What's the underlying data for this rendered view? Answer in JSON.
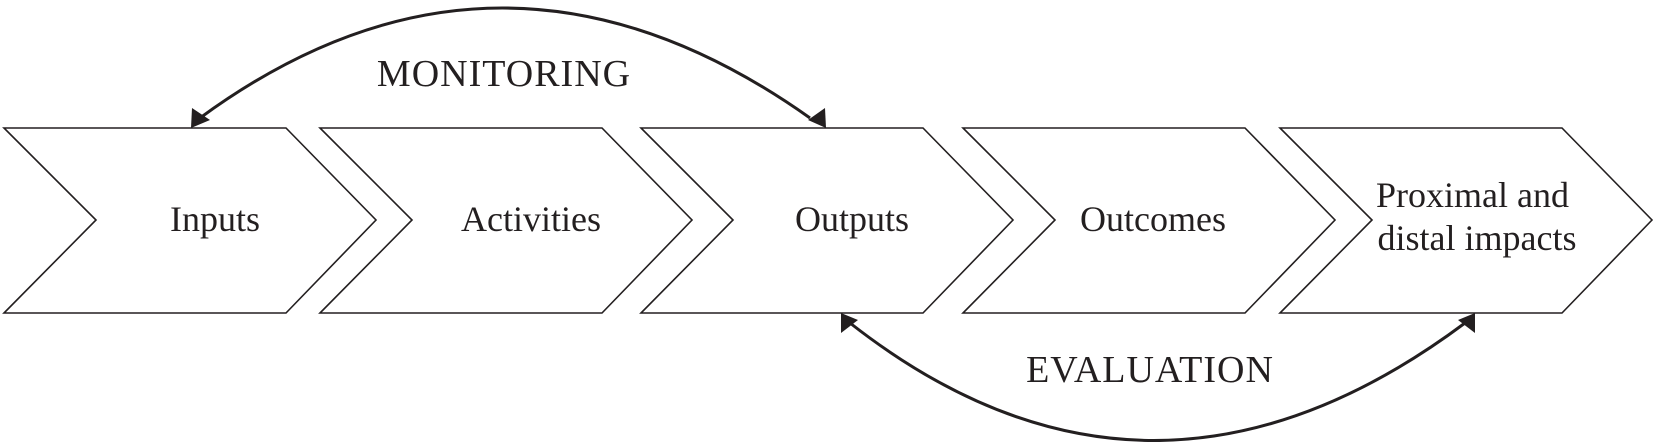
{
  "steps": [
    {
      "lines": [
        "Inputs"
      ]
    },
    {
      "lines": [
        "Activities"
      ]
    },
    {
      "lines": [
        "Outputs"
      ]
    },
    {
      "lines": [
        "Outcomes"
      ]
    },
    {
      "lines": [
        "Proximal and",
        "distal impacts"
      ]
    }
  ],
  "monitoring": {
    "label": "MONITORING"
  },
  "evaluation": {
    "label": "EVALUATION"
  },
  "colors": {
    "stroke": "#231f20",
    "fill": "#ffffff"
  }
}
